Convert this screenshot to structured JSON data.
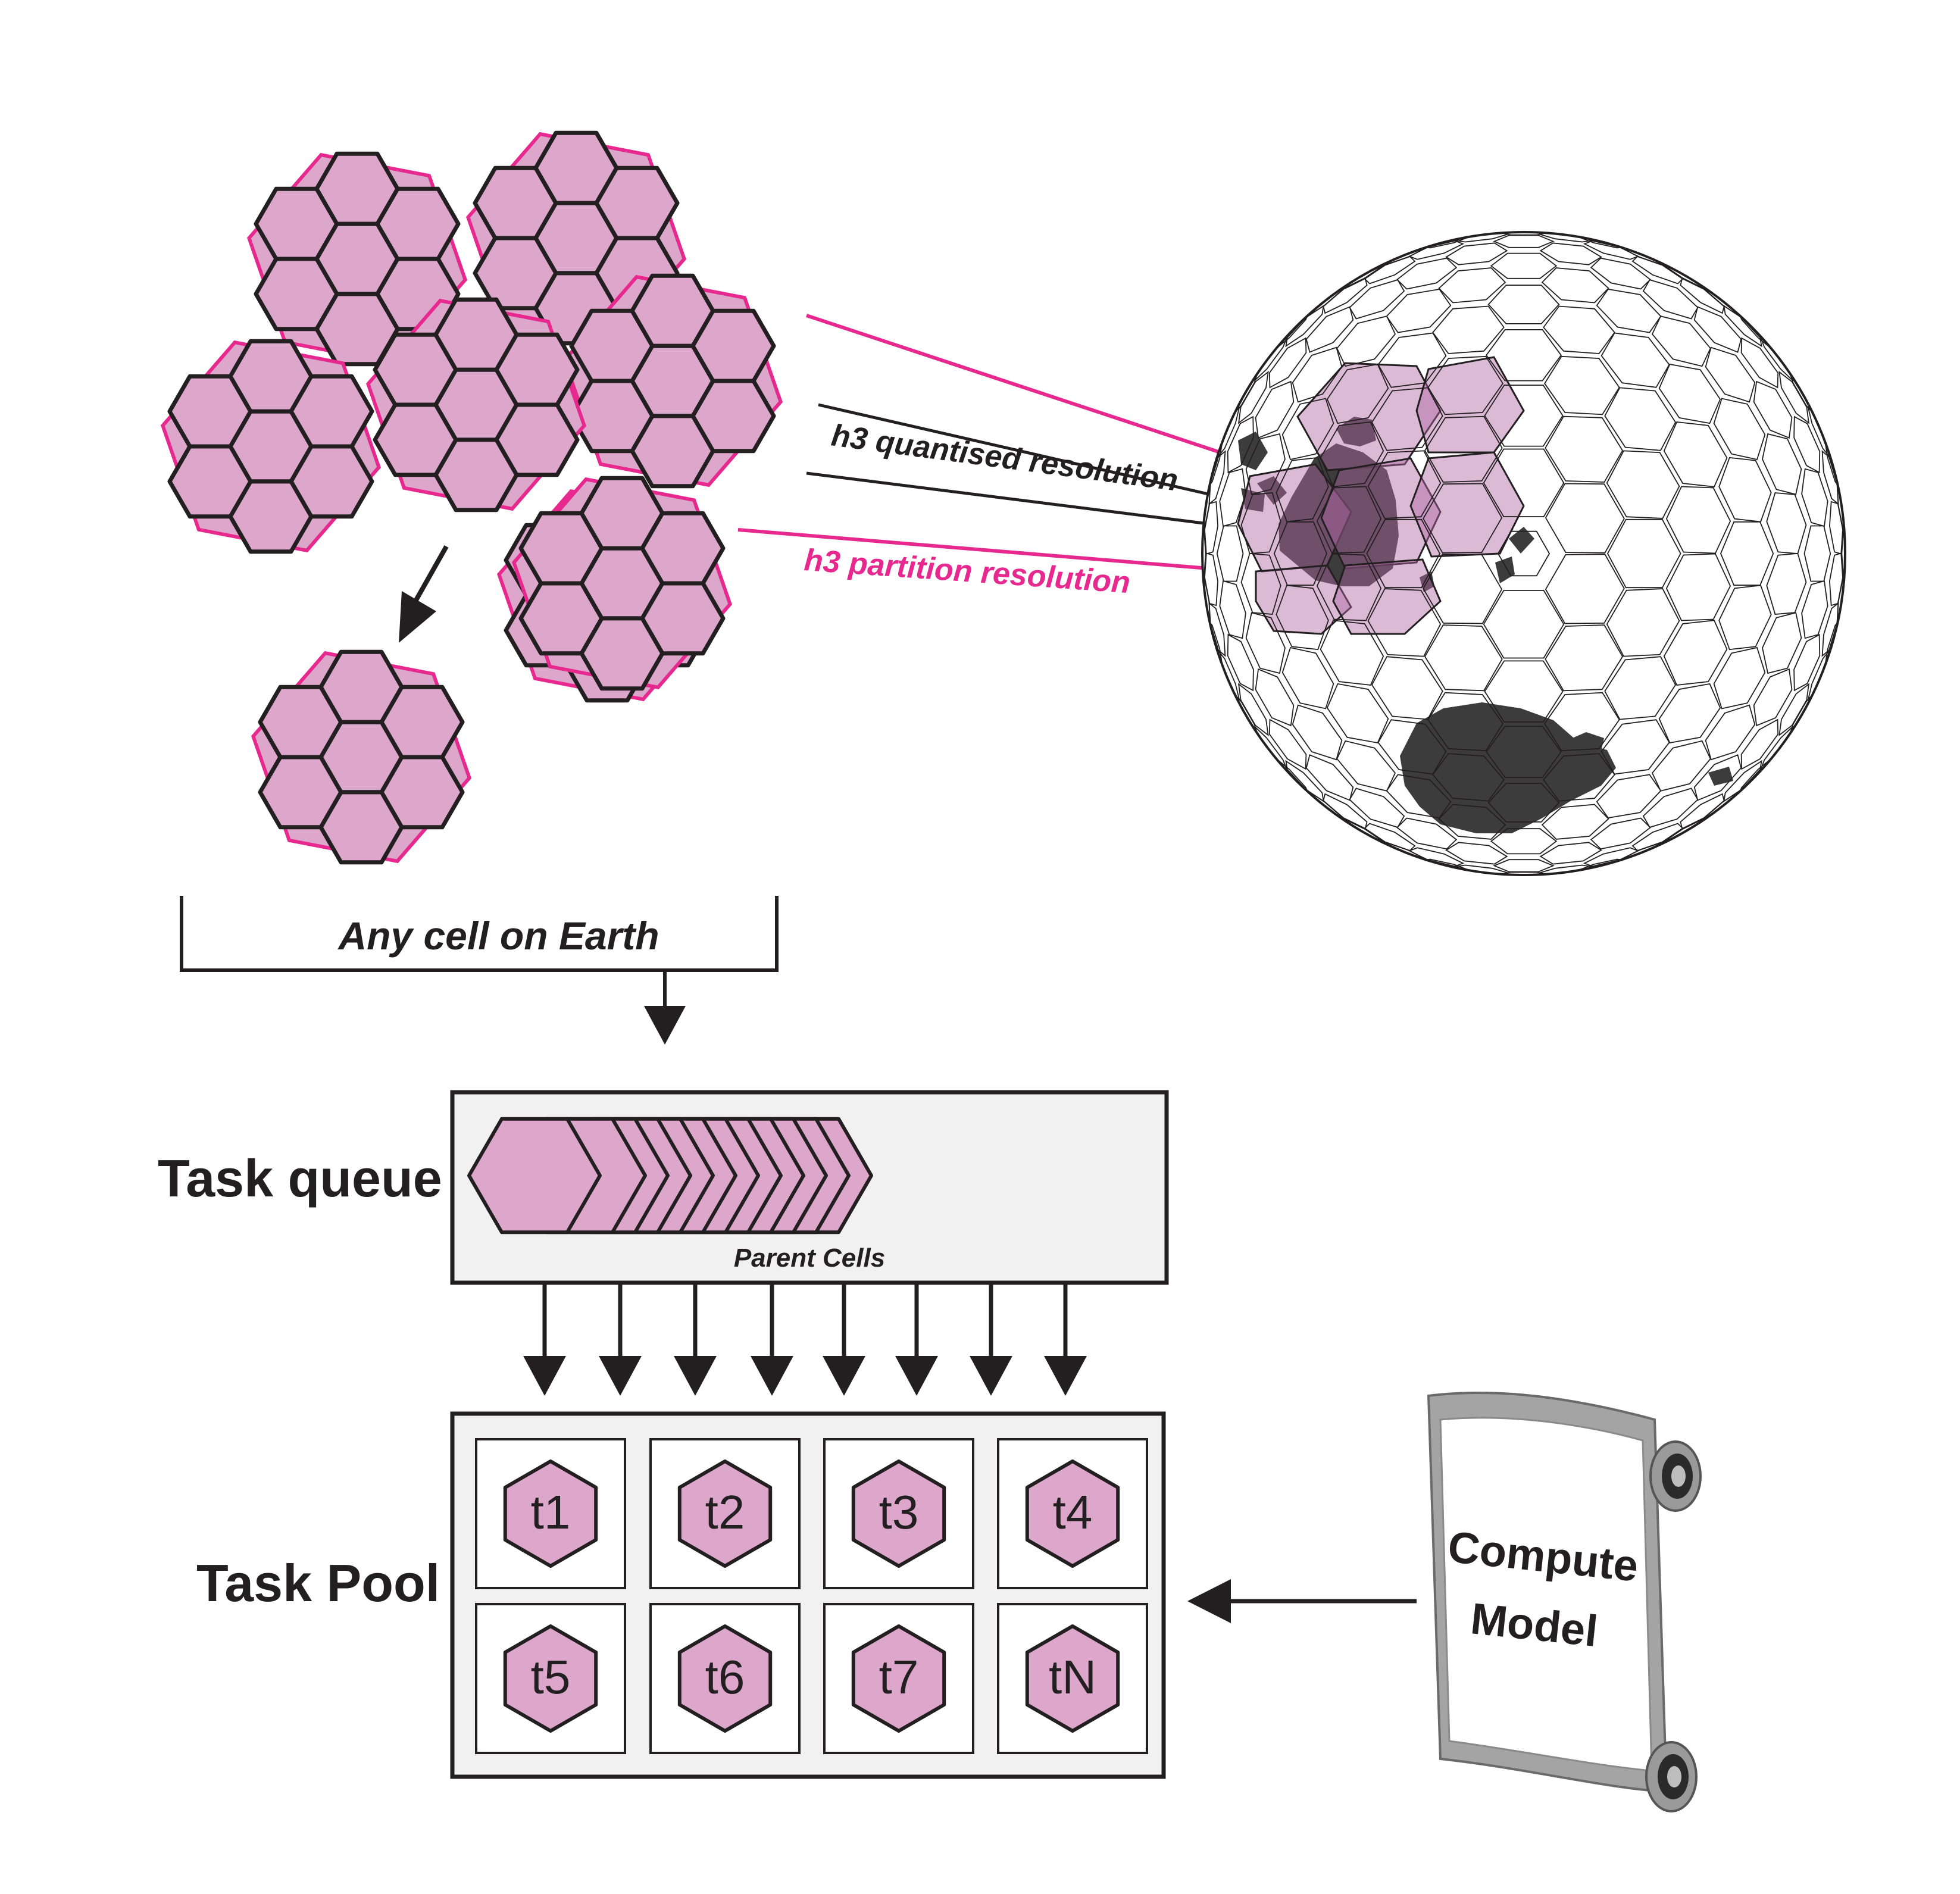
{
  "labels": {
    "quantised": "h3 quantised resolution",
    "partition": "h3 partition resolution",
    "any_cell": "Any cell on Earth",
    "task_queue": "Task queue",
    "parent_cells": "Parent Cells",
    "task_pool": "Task Pool",
    "compute_line1": "Compute",
    "compute_line2": "Model"
  },
  "tasks": [
    "t1",
    "t2",
    "t3",
    "t4",
    "t5",
    "t6",
    "t7",
    "tN"
  ],
  "colors": {
    "cell_fill": "#dca7ca",
    "partition_line": "#e7288f",
    "outline": "#231f20",
    "panel_fill": "#f1f1f1",
    "land": "#3c3c3c",
    "scroll_frame": "#9a9a9a"
  }
}
